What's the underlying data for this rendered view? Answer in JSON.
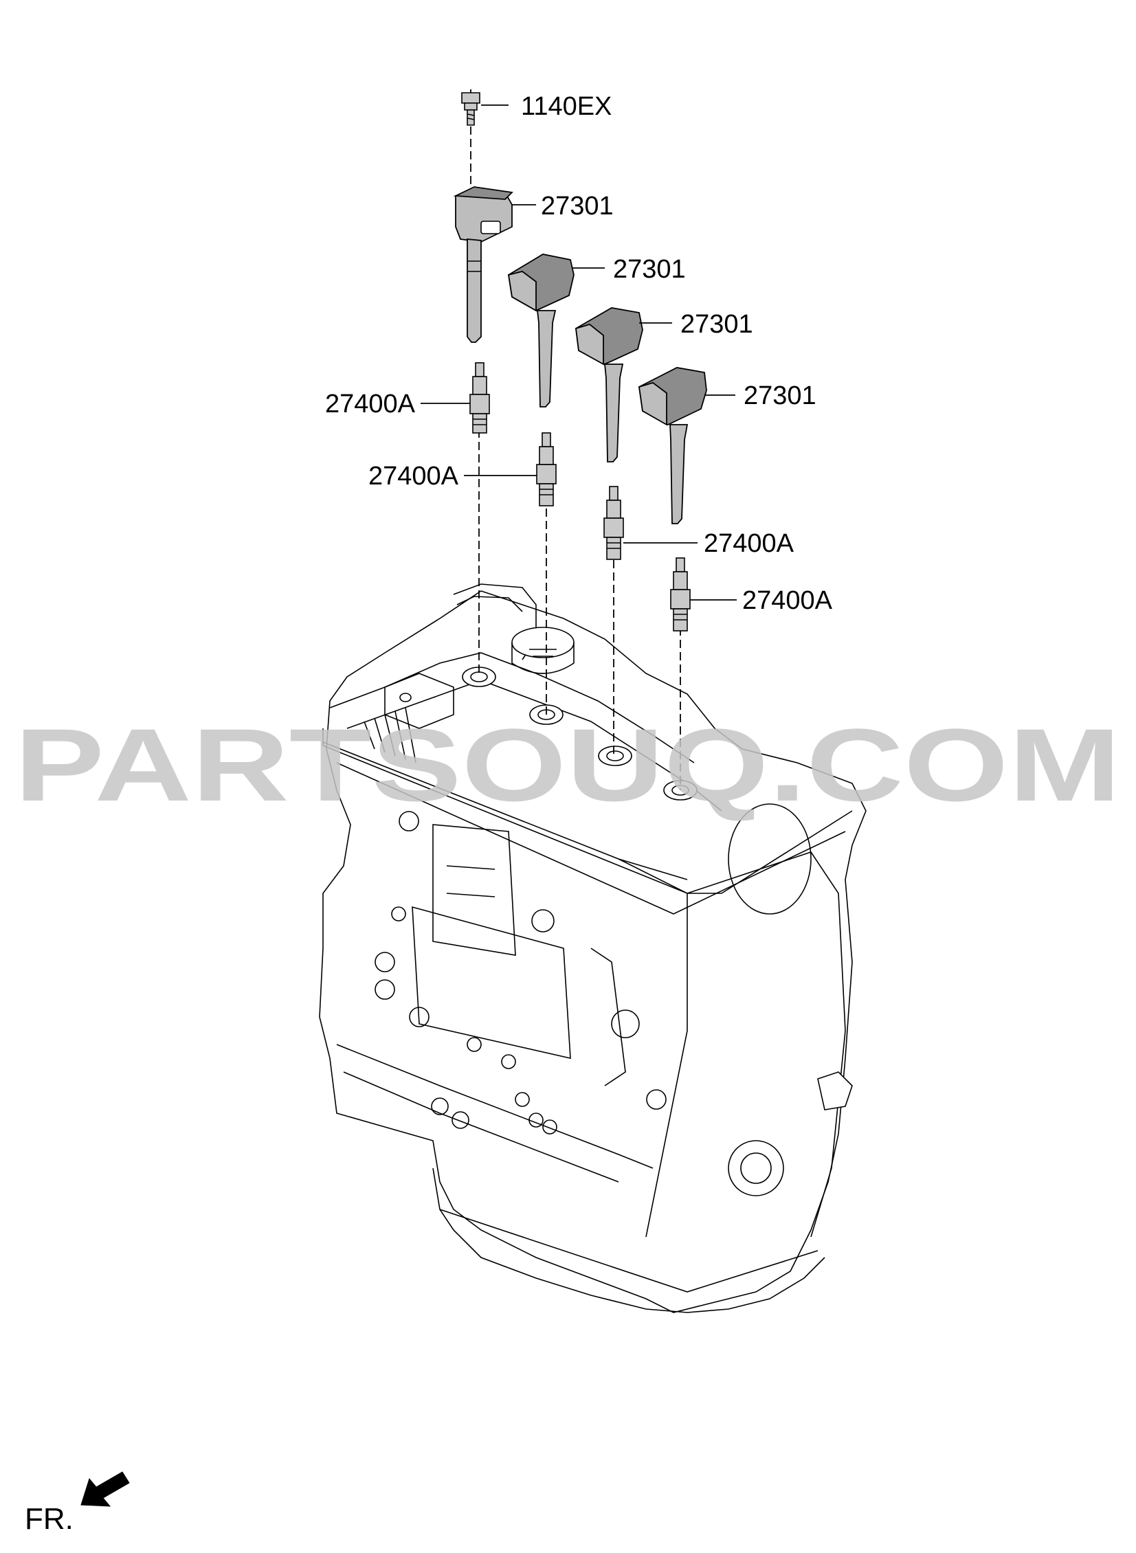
{
  "diagram": {
    "callouts": {
      "bolt": "1140EX",
      "coil_1": "27301",
      "coil_2": "27301",
      "coil_3": "27301",
      "coil_4": "27301",
      "plug_1": "27400A",
      "plug_2": "27400A",
      "plug_3": "27400A",
      "plug_4": "27400A"
    },
    "front_indicator": "FR.",
    "watermark": "PARTSOUQ.COM"
  }
}
